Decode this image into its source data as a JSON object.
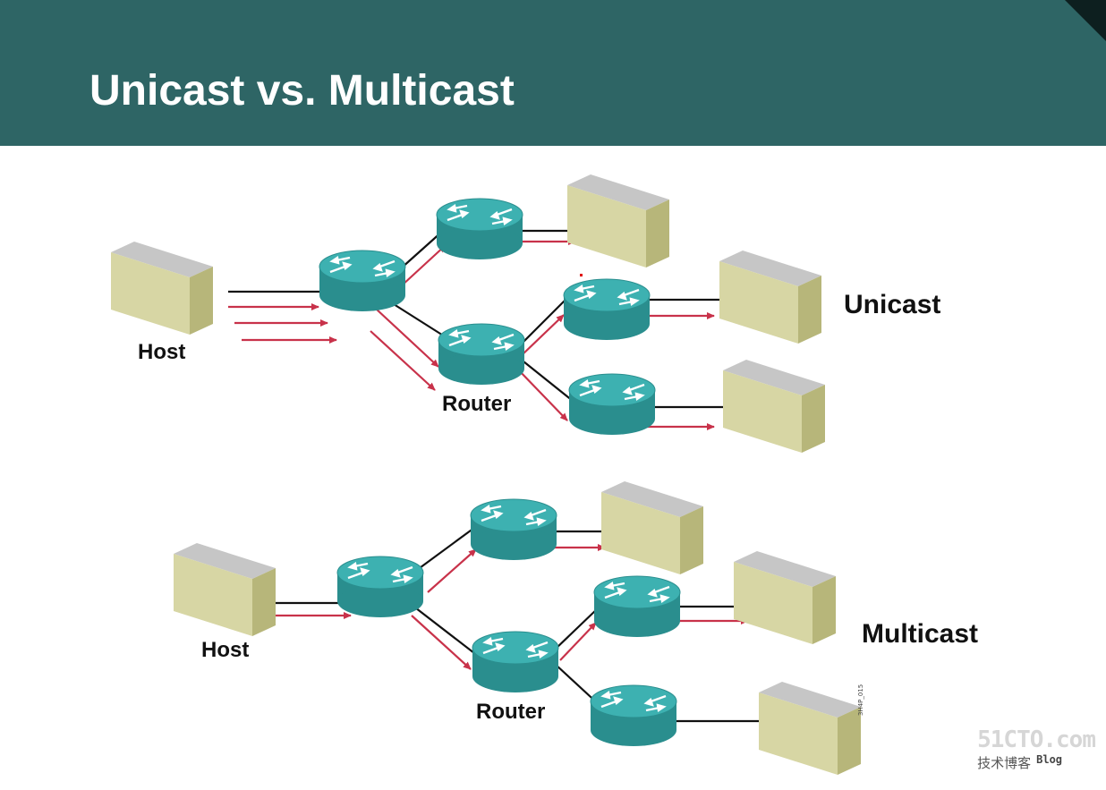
{
  "title": "Unicast vs. Multicast",
  "unicast": {
    "label": "Unicast",
    "host_label": "Host",
    "router_label": "Router"
  },
  "multicast": {
    "label": "Multicast",
    "host_label": "Host",
    "router_label": "Router"
  },
  "figure_id": "3H4P_015",
  "watermark": {
    "site": "51CTO.com",
    "subtitle": "技术博客",
    "blog": "Blog"
  },
  "colors": {
    "header": "#2e6565",
    "router": "#2f9a9a",
    "arrow": "#c8324a",
    "host_front": "#d7d6a4",
    "host_side": "#b8b77a",
    "host_top": "#c9c9c9"
  }
}
